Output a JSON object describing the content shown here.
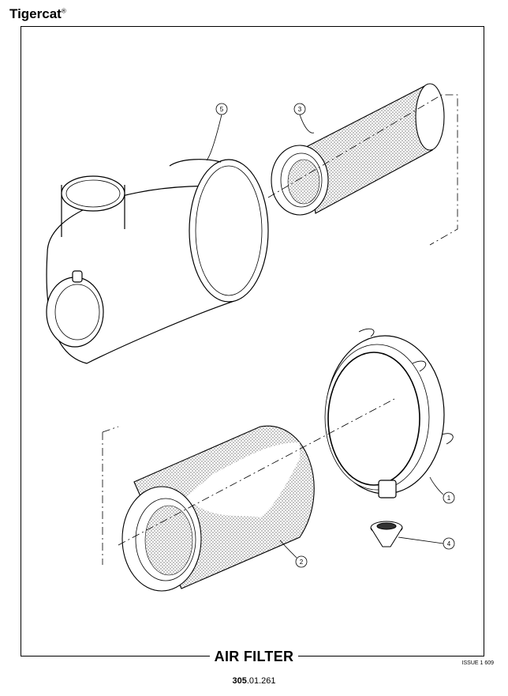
{
  "header": {
    "brand": "Tigercat",
    "brand_mark": "®"
  },
  "diagram": {
    "title": "AIR FILTER",
    "callouts": [
      "1",
      "2",
      "3",
      "4",
      "5"
    ]
  },
  "footer": {
    "issue": "ISSUE 1 609",
    "page_bold": "305",
    "page_rest": ".01.261"
  }
}
